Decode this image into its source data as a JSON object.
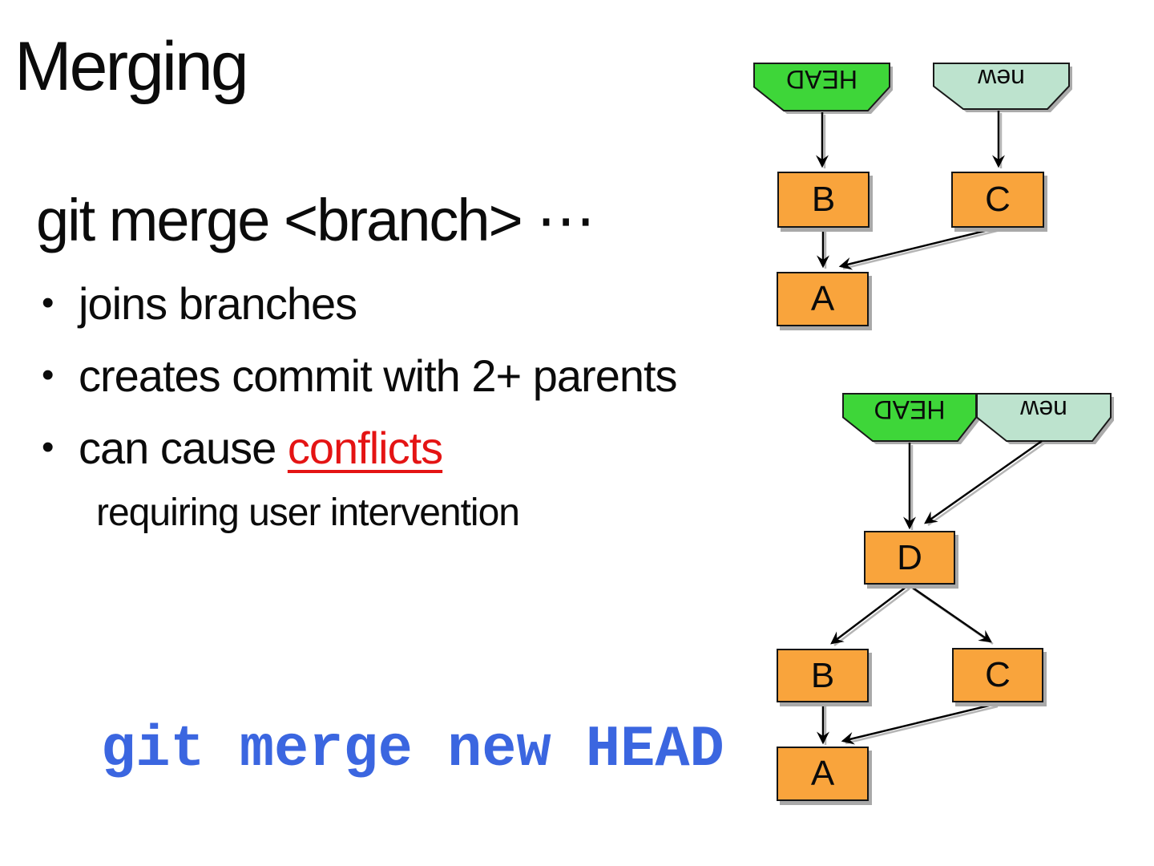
{
  "slide": {
    "title": "Merging",
    "command_heading": "git merge <branch> ⋯",
    "bullet_marker": "•",
    "bullets": [
      {
        "text": "joins branches"
      },
      {
        "text": "creates commit with 2+ parents"
      },
      {
        "prefix": "can cause ",
        "highlight": "conflicts"
      }
    ],
    "bullet_note": "requiring user intervention",
    "code_line": "git merge new HEAD"
  },
  "colors": {
    "head_fill": "#3ED639",
    "branch_fill": "#BDE3CE",
    "commit_fill": "#F9A43C",
    "highlight_color": "#E41414",
    "code_color": "#3B66E0"
  },
  "diagram_top": {
    "head_label": "HEAD",
    "branch_label": "new",
    "nodes": [
      {
        "id": "B",
        "label": "B"
      },
      {
        "id": "C",
        "label": "C"
      },
      {
        "id": "A",
        "label": "A"
      }
    ],
    "edges": [
      {
        "from": "HEAD",
        "to": "B"
      },
      {
        "from": "new",
        "to": "C"
      },
      {
        "from": "B",
        "to": "A"
      },
      {
        "from": "C",
        "to": "A"
      }
    ]
  },
  "diagram_bottom": {
    "head_label": "HEAD",
    "branch_label": "new",
    "nodes": [
      {
        "id": "D",
        "label": "D"
      },
      {
        "id": "B",
        "label": "B"
      },
      {
        "id": "C",
        "label": "C"
      },
      {
        "id": "A",
        "label": "A"
      }
    ],
    "edges": [
      {
        "from": "HEAD",
        "to": "D"
      },
      {
        "from": "new",
        "to": "D"
      },
      {
        "from": "D",
        "to": "B"
      },
      {
        "from": "D",
        "to": "C"
      },
      {
        "from": "B",
        "to": "A"
      },
      {
        "from": "C",
        "to": "A"
      }
    ]
  }
}
